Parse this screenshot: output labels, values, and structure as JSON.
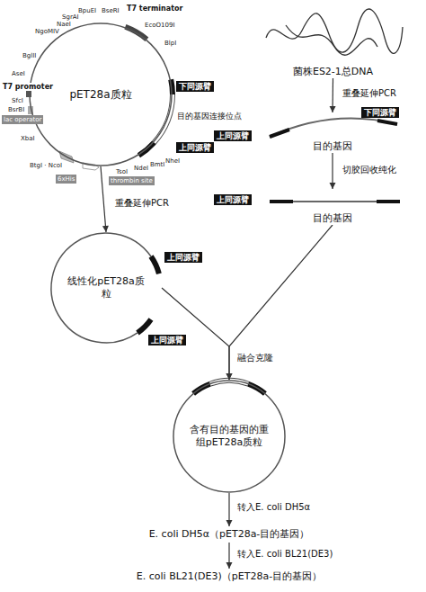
{
  "diagram": {
    "nodes": [
      {
        "text": [
          "pET28a质粒"
        ]
      },
      {
        "text": [
          "菌株ES2-1总DNA"
        ]
      },
      {
        "text": [
          "目的基因"
        ]
      },
      {
        "text": [
          "目的基因"
        ]
      },
      {
        "text": [
          "线性化pET28a质粒"
        ]
      },
      {
        "text": [
          "含有目的基因的重组pET28a质粒"
        ]
      },
      {
        "text": [
          "E. coli DH5α（pET28a-目的基因）"
        ]
      },
      {
        "text": [
          "E. coli BL21(DE3)（pET28a-目的基因）"
        ]
      }
    ],
    "edges": [
      {
        "from": 0,
        "to": 4,
        "label": "重叠延伸PCR",
        "arrow": "to"
      },
      {
        "from": 1,
        "to": 2,
        "label": "重叠延伸PCR",
        "arrow": "to"
      },
      {
        "from": 2,
        "to": 3,
        "label": "切胶回收纯化",
        "arrow": "to"
      },
      {
        "from": 4,
        "to": 5,
        "label": "融合克隆",
        "arrow": "to"
      },
      {
        "from": 3,
        "to": 5,
        "arrow": "to"
      },
      {
        "from": 5,
        "to": 6,
        "label": "转入E. coli DH5α",
        "arrow": "to"
      },
      {
        "from": 6,
        "to": 7,
        "label": "转入E. coli BL21(DE3)",
        "arrow": "to"
      }
    ],
    "labels": [
      "BpuEI",
      "BseRI",
      "T7 terminator",
      "SgrAI",
      "NaeI",
      "NgoMIV",
      "EcoO109I",
      "BlpI",
      "BglII",
      "AseI",
      "T7 promoter",
      "SfcI",
      "BsrBI",
      "lac operator",
      "XbaI",
      "BtgI · NcoI",
      "6xHis",
      "thrombin site",
      "TsoI",
      "NdeI",
      "BmtI",
      "NheI",
      "下同源臂",
      "目的基因连接位点",
      "上同源臂",
      "上同源臂",
      "下同源臂",
      "上同源臂",
      "上同源臂",
      "上同源臂"
    ]
  }
}
